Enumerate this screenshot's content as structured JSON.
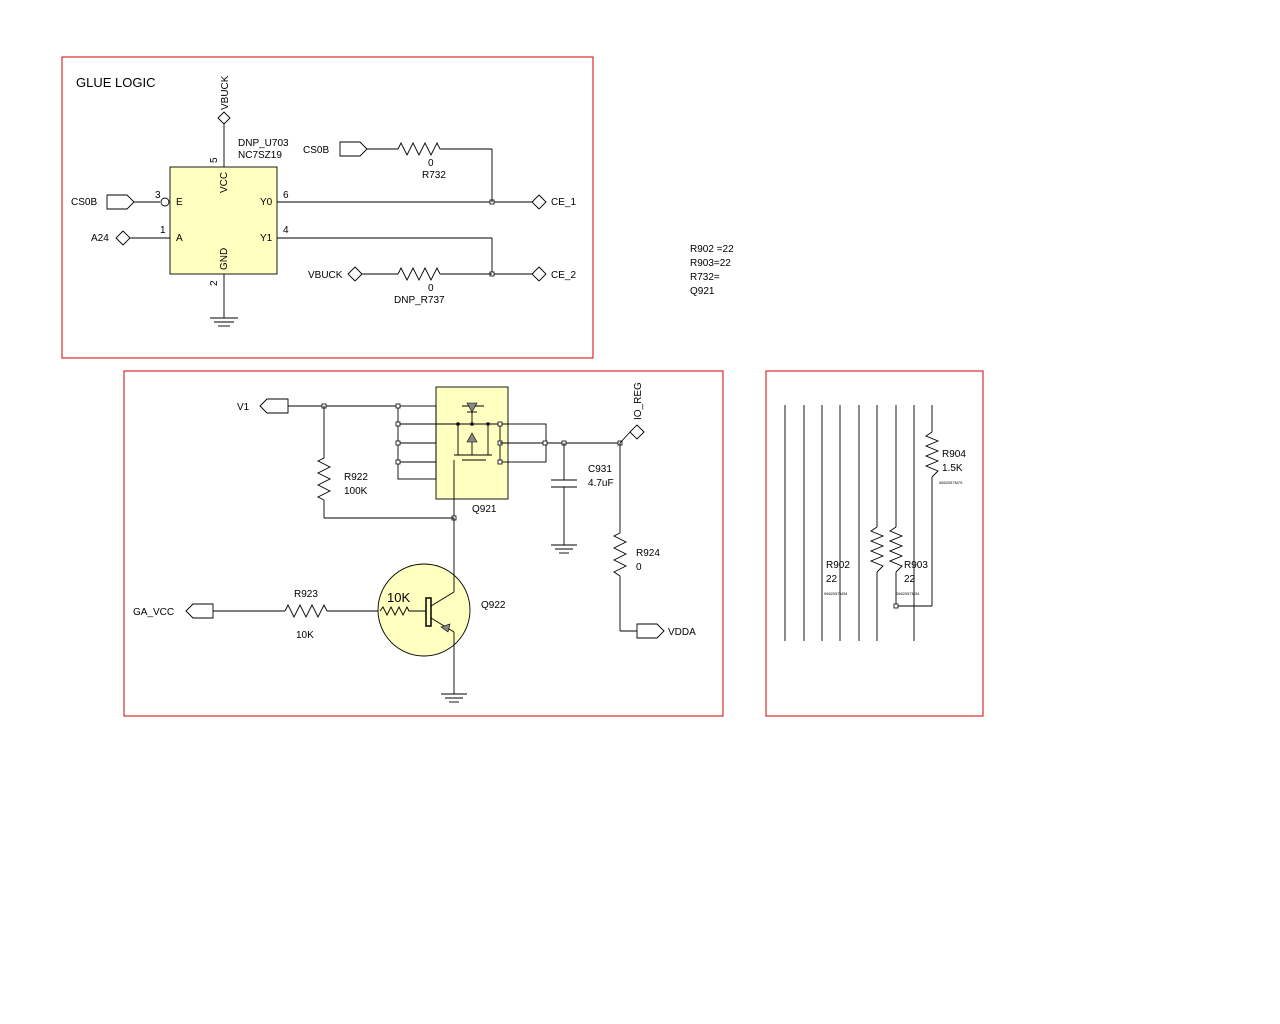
{
  "glue_logic": {
    "title": "GLUE LOGIC",
    "u703": {
      "ref": "DNP_U703",
      "part": "NC7SZ19",
      "pins": {
        "vcc": "VCC",
        "gnd": "GND",
        "e": "E",
        "a": "A",
        "y0": "Y0",
        "y1": "Y1"
      },
      "pin_numbers": {
        "vcc": "5",
        "gnd": "2",
        "e": "3",
        "a": "1",
        "y0": "6",
        "y1": "4"
      }
    },
    "nets": {
      "vbuck_top": "VBUCK",
      "cs0b_left": "CS0B",
      "a24": "A24",
      "cs0b_top": "CS0B",
      "ce1": "CE_1",
      "vbuck_mid": "VBUCK",
      "ce2": "CE_2"
    },
    "r732": {
      "ref": "R732",
      "value": "0"
    },
    "r737": {
      "ref": "DNP_R737",
      "value": "0"
    }
  },
  "notes": [
    "R902 =22",
    "R903=22",
    "R732=",
    "Q921"
  ],
  "regulator": {
    "nets": {
      "v1": "V1",
      "io_reg": "IO_REG",
      "ga_vcc": "GA_VCC",
      "vdda": "VDDA"
    },
    "r922": {
      "ref": "R922",
      "value": "100K"
    },
    "q921": {
      "ref": "Q921"
    },
    "c931": {
      "ref": "C931",
      "value": "4.7uF"
    },
    "r924": {
      "ref": "R924",
      "value": "0"
    },
    "r923": {
      "ref": "R923",
      "value": "10K"
    },
    "q922": {
      "ref": "Q922",
      "internal": "10K"
    }
  },
  "bus_panel": {
    "r902": {
      "ref": "R902",
      "value": "22",
      "part": "0662057M34"
    },
    "r903": {
      "ref": "R903",
      "value": "22",
      "part": "0662057M34"
    },
    "r904": {
      "ref": "R904",
      "value": "1.5K",
      "part": "0662057M79"
    }
  }
}
